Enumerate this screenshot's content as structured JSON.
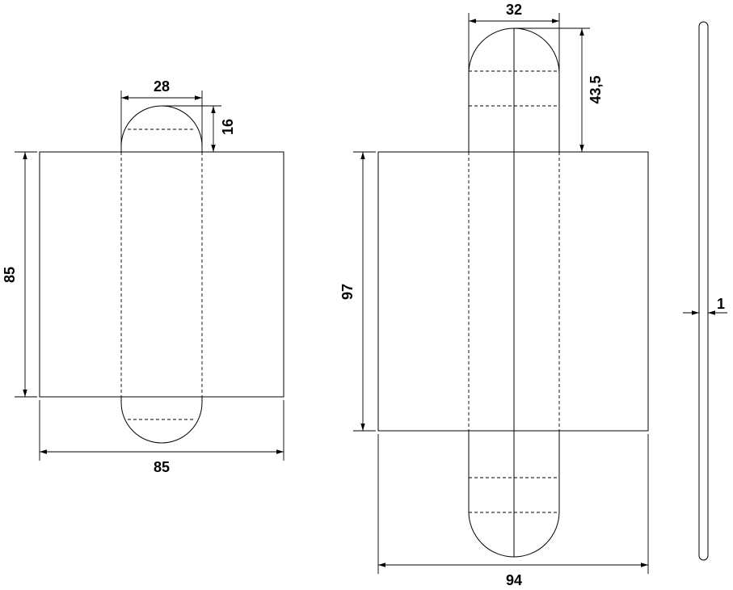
{
  "colors": {
    "line": "#000000",
    "background": "#ffffff"
  },
  "left_part": {
    "width_label": "85",
    "height_label": "85",
    "tab_width_label": "28",
    "tab_height_label": "16"
  },
  "middle_part": {
    "width_label": "94",
    "height_label": "97",
    "tab_width_label": "32",
    "tab_height_label": "43,5"
  },
  "side_profile": {
    "thickness_label": "1"
  }
}
